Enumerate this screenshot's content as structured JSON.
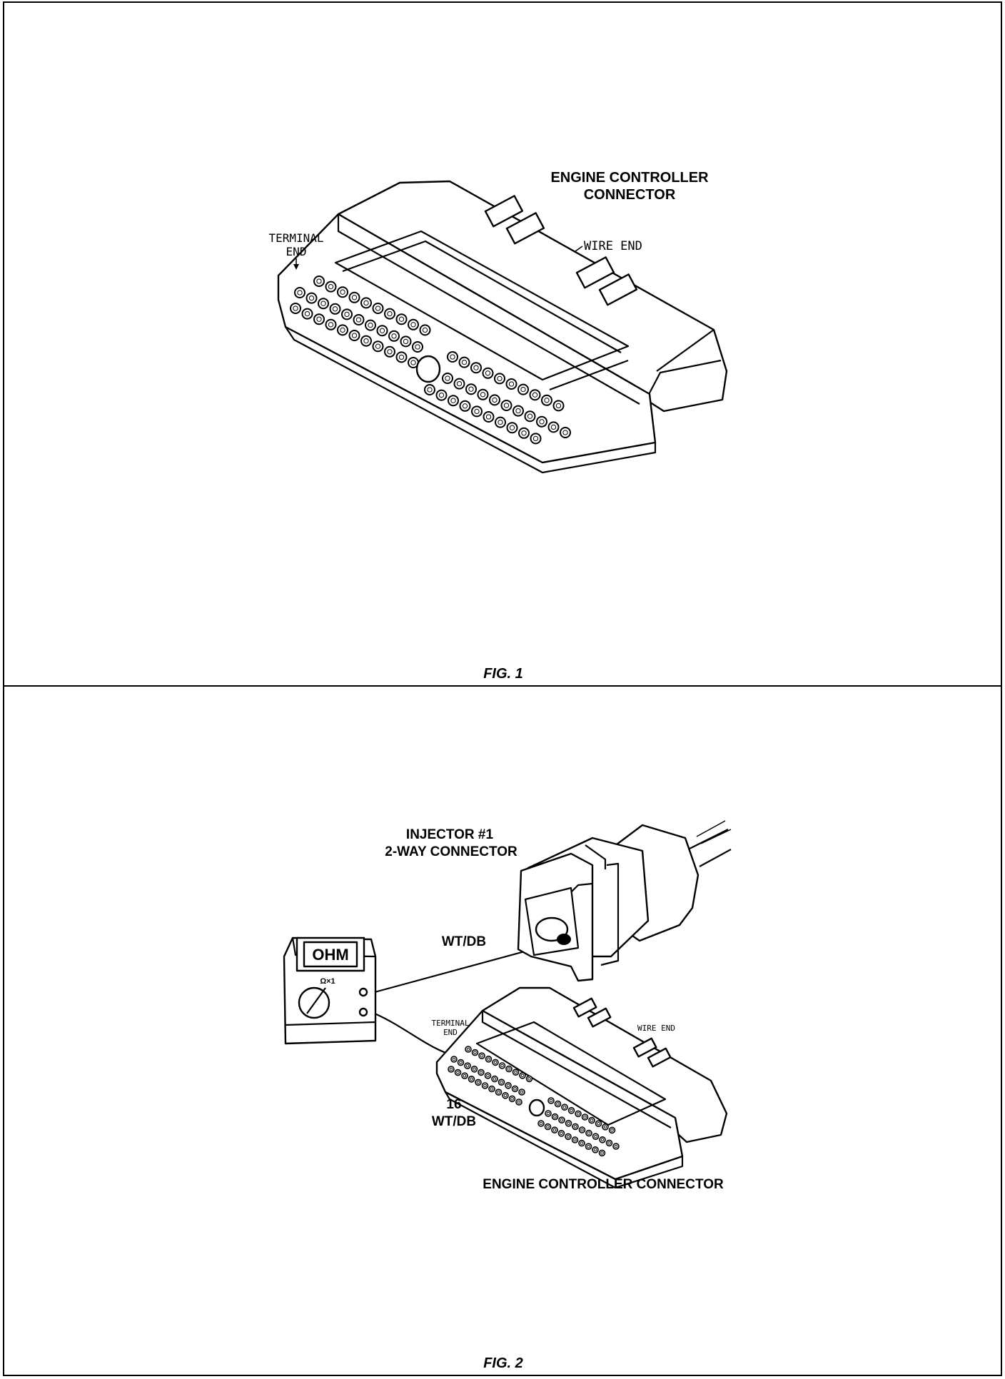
{
  "fig1": {
    "title": "ENGINE CONTROLLER",
    "title_line2": "CONNECTOR",
    "terminal_end_line1": "TERMINAL",
    "terminal_end_line2": "END",
    "wire_end": "WIRE END",
    "caption": "FIG. 1"
  },
  "fig2": {
    "injector_line1": "INJECTOR #1",
    "injector_line2": "2-WAY CONNECTOR",
    "wire_color_top": "WT/DB",
    "meter_display": "OHM",
    "meter_range": "Ω×1",
    "terminal_end_line1": "TERMINAL",
    "terminal_end_line2": "END",
    "wire_end": "WIRE END",
    "pin_number": "16",
    "wire_color_bottom": "WT/DB",
    "controller_label": "ENGINE CONTROLLER CONNECTOR",
    "caption": "FIG. 2"
  }
}
